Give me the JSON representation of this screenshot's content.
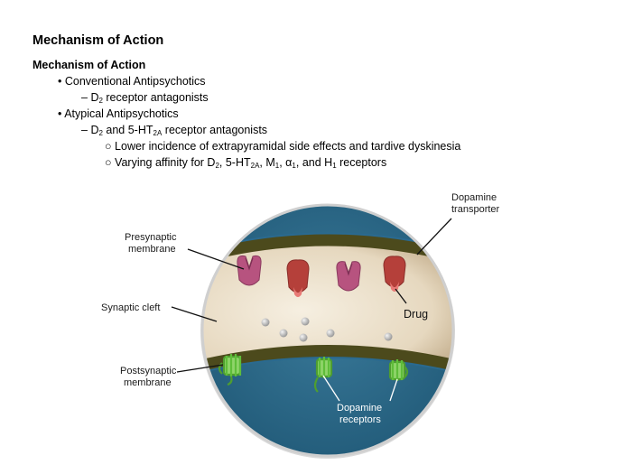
{
  "slide": {
    "title": "Mechanism of Action",
    "subtitle": "Mechanism of Action",
    "bullets": {
      "conventional": "Conventional Antipsychotics",
      "conventional_sub": {
        "pre": "D",
        "sub": "2",
        "post": " receptor antagonists"
      },
      "atypical": "Atypical Antipsychotics",
      "atypical_sub": {
        "a": "D",
        "a_sub": "2",
        "b": " and 5-HT",
        "b_sub": "2A",
        "c": " receptor antagonists"
      },
      "atypical_point1": "Lower incidence of extrapyramidal side effects and tardive dyskinesia",
      "atypical_point2": {
        "a": "Varying affinity for D",
        "a_sub": "2",
        "b": ", 5-HT",
        "b_sub": "2A",
        "c": ", M",
        "c_sub": "1",
        "d": ", α",
        "d_sub": "1",
        "e": ", and H",
        "e_sub": "1",
        "f": " receptors"
      },
      "bullet_glyph": "•",
      "dash_glyph": "–",
      "circle_glyph": "○"
    }
  },
  "diagram": {
    "labels": {
      "presynaptic_1": "Presynaptic",
      "presynaptic_2": "membrane",
      "synaptic_cleft": "Synaptic cleft",
      "postsynaptic_1": "Postsynaptic",
      "postsynaptic_2": "membrane",
      "dopamine_transporter_1": "Dopamine",
      "dopamine_transporter_2": "transporter",
      "drug": "Drug",
      "dopamine_receptors_1": "Dopamine",
      "dopamine_receptors_2": "receptors"
    },
    "colors": {
      "outer_blue": "#2f6c8c",
      "cleft": "#eadfca",
      "membrane_band": "#4c4a1c",
      "transporter": "#b7537f",
      "drug": "#b5403a",
      "receptor": "#5fbd3a",
      "dopamine": "#c9c9c9"
    }
  }
}
